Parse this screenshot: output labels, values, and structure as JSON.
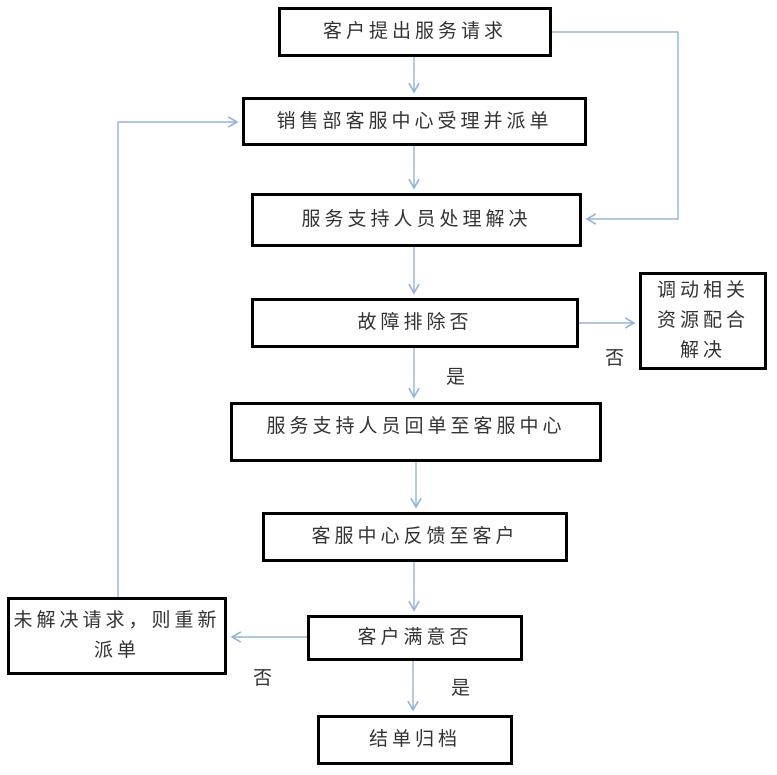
{
  "diagram": {
    "type": "flowchart",
    "nodes": {
      "request": {
        "label": "客户提出服务请求"
      },
      "dispatch": {
        "label": "销售部客服中心受理并派单"
      },
      "handle": {
        "label": "服务支持人员处理解决"
      },
      "fault_check": {
        "label": "故障排除否"
      },
      "resources": {
        "label": "调动相关资源配合解决"
      },
      "return_order": {
        "label": "服务支持人员回单至客服中心"
      },
      "feedback": {
        "label": "客服中心反馈至客户"
      },
      "satisfy_check": {
        "label": "客户满意否"
      },
      "redispatch": {
        "label": "未解决请求，则重新派单"
      },
      "archive": {
        "label": "结单归档"
      }
    },
    "edge_labels": {
      "fault_yes": "是",
      "fault_no": "否",
      "satisfy_yes": "是",
      "satisfy_no": "否"
    },
    "edges": [
      {
        "from": "request",
        "to": "dispatch",
        "label": ""
      },
      {
        "from": "request",
        "to": "handle",
        "label": "",
        "route": "right-loop"
      },
      {
        "from": "dispatch",
        "to": "handle",
        "label": ""
      },
      {
        "from": "handle",
        "to": "fault_check",
        "label": ""
      },
      {
        "from": "fault_check",
        "to": "resources",
        "label": "否"
      },
      {
        "from": "fault_check",
        "to": "return_order",
        "label": "是"
      },
      {
        "from": "return_order",
        "to": "feedback",
        "label": ""
      },
      {
        "from": "feedback",
        "to": "satisfy_check",
        "label": ""
      },
      {
        "from": "satisfy_check",
        "to": "redispatch",
        "label": "否"
      },
      {
        "from": "satisfy_check",
        "to": "archive",
        "label": "是"
      },
      {
        "from": "redispatch",
        "to": "dispatch",
        "label": "",
        "route": "left-loop"
      }
    ],
    "colors": {
      "connector": "#95B3D7",
      "node_border": "#000000",
      "text": "#333333",
      "background": "#FFFFFF"
    }
  }
}
